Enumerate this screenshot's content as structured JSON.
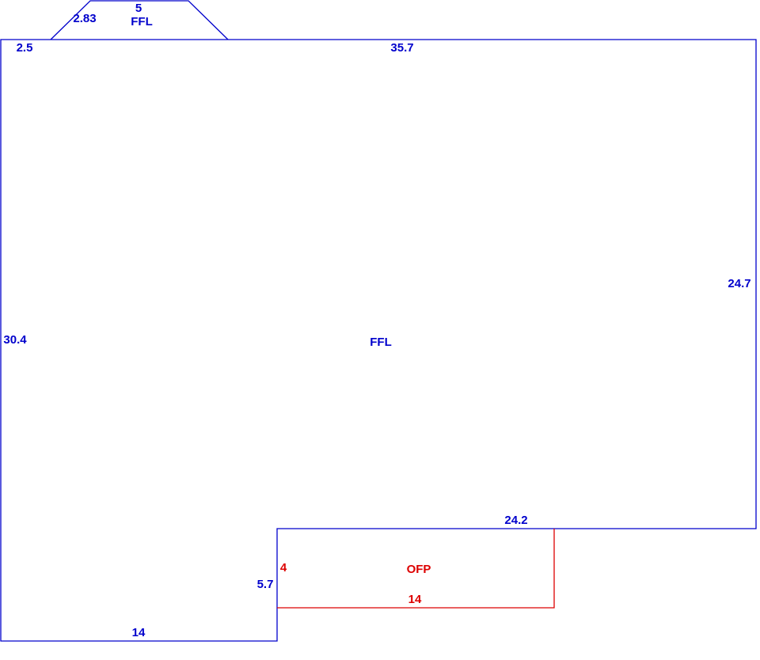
{
  "colors": {
    "main_line": "#0000cc",
    "porch_line": "#dd0000"
  },
  "main_area": {
    "area_label": "FFL",
    "dimensions": {
      "top": "35.7",
      "top_left_short": "2.5",
      "left": "30.4",
      "right": "24.7",
      "bottom_right": "24.2",
      "step": "5.7",
      "bottom_left": "14"
    }
  },
  "bay_area": {
    "area_label": "FFL",
    "dimensions": {
      "top": "5",
      "side": "2.83"
    }
  },
  "porch_area": {
    "area_label": "OFP",
    "dimensions": {
      "left": "4",
      "bottom": "14"
    }
  }
}
